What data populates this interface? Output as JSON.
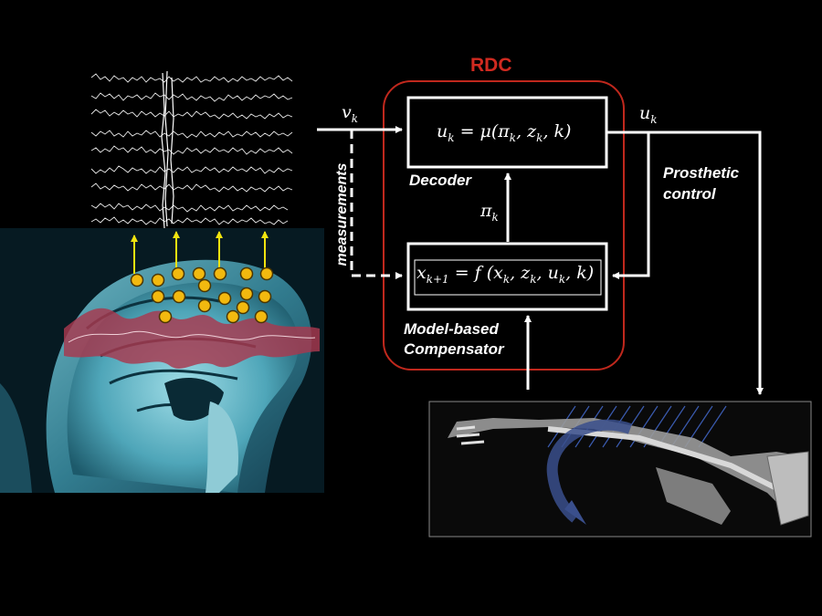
{
  "diagram": {
    "rdc_title": "RDC",
    "decoder": {
      "equation_lhs": "u",
      "equation_lhs_sub": "k",
      "equation_rhs": "= μ(π",
      "equation_rest_1": ", z",
      "equation_rest_2": ", k)",
      "label": "Decoder"
    },
    "compensator": {
      "label_line1": "Model-based",
      "label_line2": "Compensator"
    },
    "signals": {
      "v": "v",
      "u": "u",
      "pi": "π",
      "sub_k": "k",
      "measurements": "measurements"
    },
    "prosthetic_label_line1": "Prosthetic",
    "prosthetic_label_line2": "control"
  },
  "colors": {
    "rdc_border": "#c0281d",
    "electrode": "#f2b90f",
    "signal_arrow": "#f2e30f",
    "neural_wave": "#a8384e",
    "mri_tone": "#5fb7c9"
  }
}
